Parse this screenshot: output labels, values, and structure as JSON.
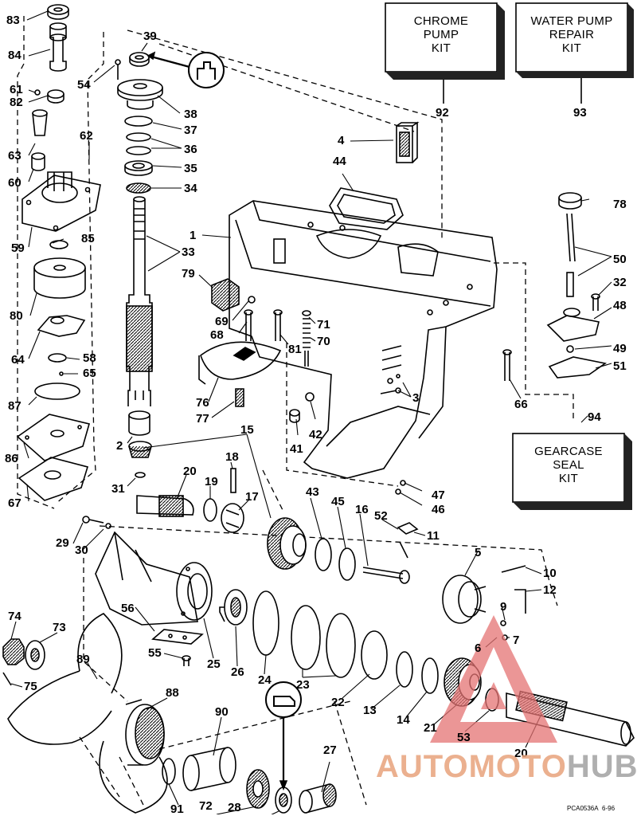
{
  "kits": {
    "chrome_pump": {
      "line1": "CHROME",
      "line2": "PUMP",
      "line3": "KIT",
      "ref": "92"
    },
    "water_pump": {
      "line1": "WATER PUMP",
      "line2": "REPAIR",
      "line3": "KIT",
      "ref": "93"
    },
    "gearcase_seal": {
      "line1": "GEARCASE",
      "line2": "SEAL",
      "line3": "KIT",
      "ref": "94"
    }
  },
  "callouts": {
    "c83": "83",
    "c84": "84",
    "c61": "61",
    "c82": "82",
    "c63": "63",
    "c60": "60",
    "c59": "59",
    "c85": "85",
    "c80": "80",
    "c64": "64",
    "c58": "58",
    "c65": "65",
    "c87": "87",
    "c86": "86",
    "c67": "67",
    "c39": "39",
    "c54": "54",
    "c38": "38",
    "c37": "37",
    "c36": "36",
    "c35": "35",
    "c34": "34",
    "c62": "62",
    "c33": "33",
    "c2": "2",
    "c31": "31",
    "c1": "1",
    "c4": "4",
    "c44": "44",
    "c79": "79",
    "c69": "69",
    "c68": "68",
    "c81": "81",
    "c71": "71",
    "c70": "70",
    "c76": "76",
    "c77": "77",
    "c3": "3",
    "c42": "42",
    "c41": "41",
    "c66": "66",
    "c78": "78",
    "c50": "50",
    "c32": "32",
    "c48": "48",
    "c49": "49",
    "c51": "51",
    "c47": "47",
    "c46": "46",
    "c15": "15",
    "c20a": "20",
    "c19": "19",
    "c18": "18",
    "c17": "17",
    "c43": "43",
    "c45": "45",
    "c16": "16",
    "c52": "52",
    "c11": "11",
    "c29": "29",
    "c30": "30",
    "c5": "5",
    "c10": "10",
    "c12": "12",
    "c9": "9",
    "c7": "7",
    "c6": "6",
    "c56": "56",
    "c55": "55",
    "c25": "25",
    "c26": "26",
    "c24": "24",
    "c23": "23",
    "c22": "22",
    "c13": "13",
    "c14": "14",
    "c21": "21",
    "c53": "53",
    "c20b": "20",
    "c74": "74",
    "c73": "73",
    "c75": "75",
    "c89": "89",
    "c88": "88",
    "c90": "90",
    "c91": "91",
    "c72": "72",
    "c28": "28",
    "c27": "27"
  },
  "footer": {
    "code": "PCA0536A",
    "date": "6-96"
  },
  "watermark": {
    "part1": "AUTOMOTO",
    "part2": "HUB",
    "color1": "#e8a37c",
    "color2": "#a7a7a7",
    "triangle_color": "#e57373"
  },
  "icons": [
    "grease-tool-icon",
    "lubricant-tool-icon"
  ]
}
